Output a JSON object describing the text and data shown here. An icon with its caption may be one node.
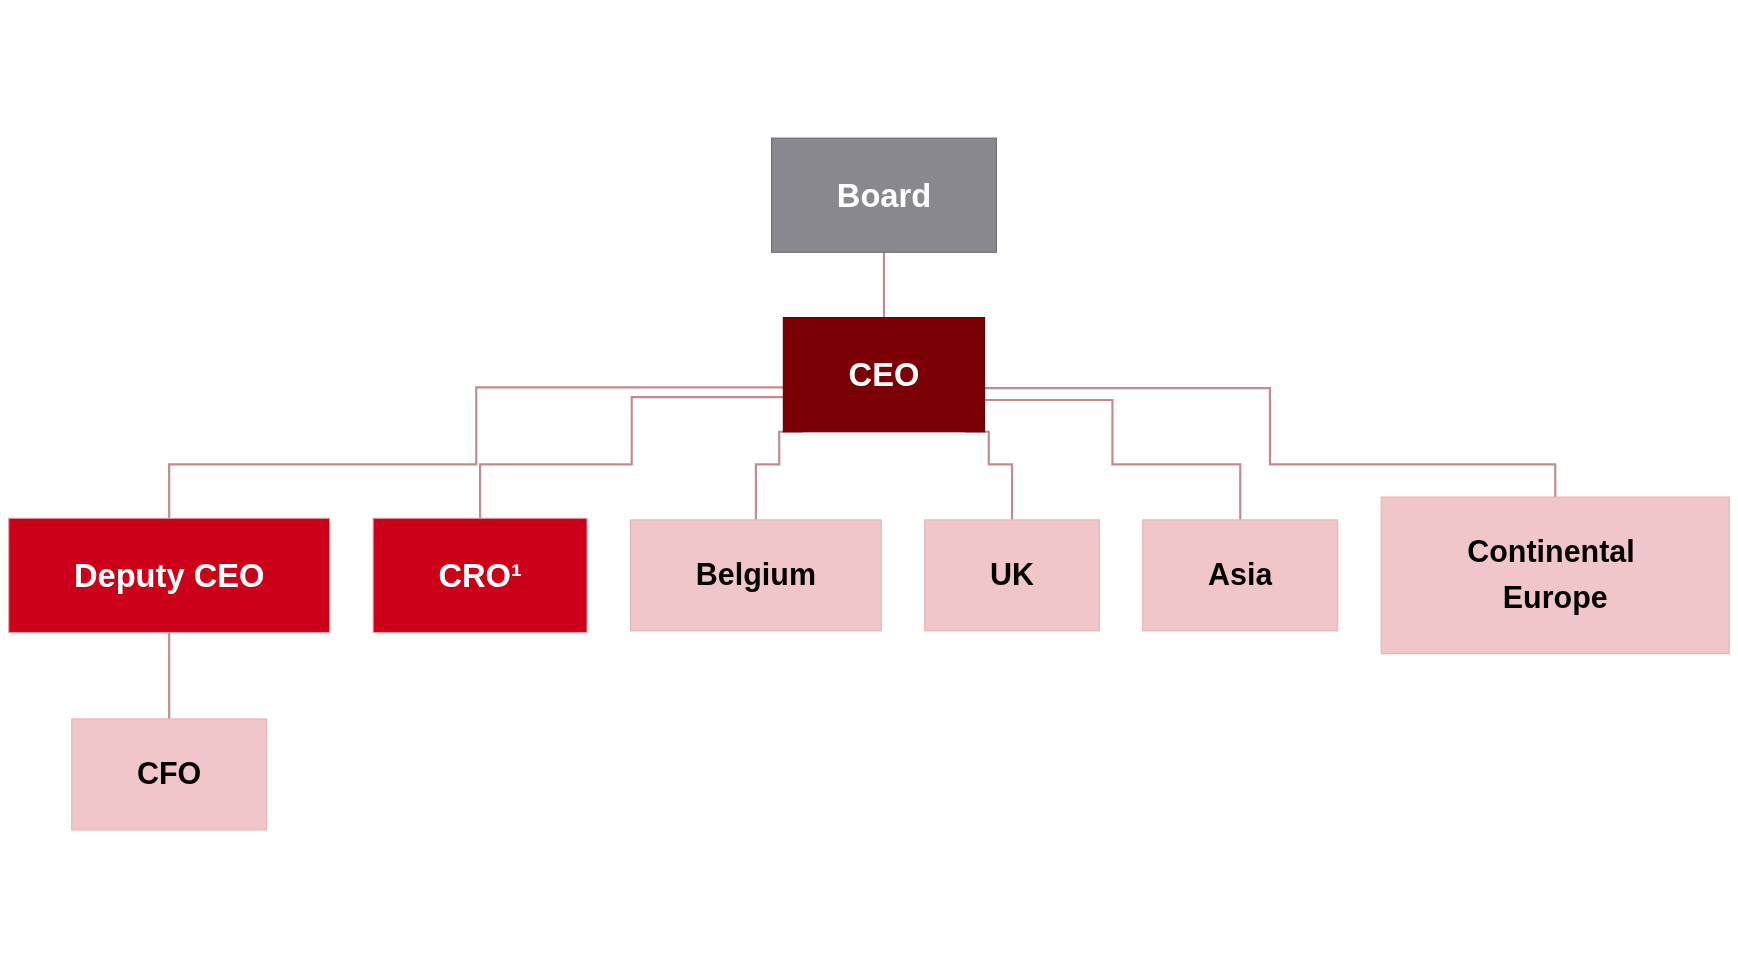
{
  "diagram": {
    "nodes": [
      {
        "text": [
          "Board"
        ]
      },
      {
        "text": [
          "CEO"
        ]
      },
      {
        "text": [
          "Deputy CEO"
        ]
      },
      {
        "text": [
          "CRO¹"
        ]
      },
      {
        "text": [
          "CFO"
        ]
      },
      {
        "text": [
          "Belgium"
        ]
      },
      {
        "text": [
          "UK"
        ]
      },
      {
        "text": [
          "Asia"
        ]
      },
      {
        "text": [
          "Continental Europe"
        ]
      }
    ],
    "edges": [
      {
        "from": 0,
        "to": 1,
        "arrow": "none"
      },
      {
        "from": 1,
        "to": 2,
        "arrow": "none"
      },
      {
        "from": 1,
        "to": 3,
        "arrow": "none"
      },
      {
        "from": 2,
        "to": 4,
        "arrow": "none"
      },
      {
        "from": 1,
        "to": 5,
        "arrow": "none"
      },
      {
        "from": 1,
        "to": 6,
        "arrow": "none"
      },
      {
        "from": 1,
        "to": 7,
        "arrow": "none"
      },
      {
        "from": 1,
        "to": 8,
        "arrow": "none"
      }
    ]
  }
}
